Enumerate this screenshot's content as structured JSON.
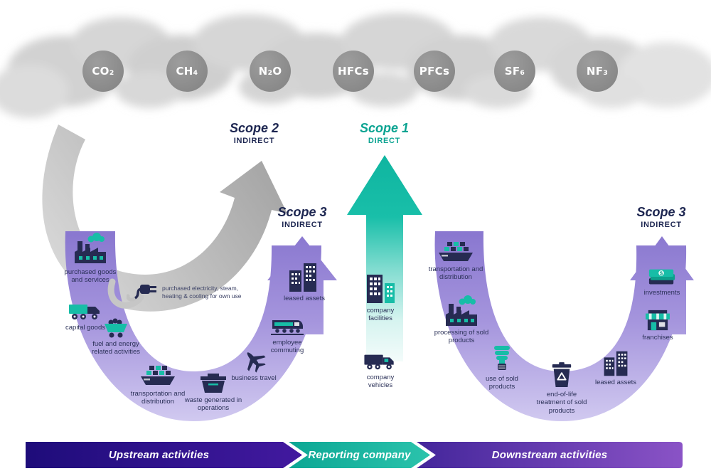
{
  "gases": [
    "CO₂",
    "CH₄",
    "N₂O",
    "HFCs",
    "PFCs",
    "SF₆",
    "NF₃"
  ],
  "scopes": {
    "scope2": {
      "title": "Scope 2",
      "type": "INDIRECT"
    },
    "scope1": {
      "title": "Scope 1",
      "type": "DIRECT"
    },
    "scope3_upstream": {
      "title": "Scope 3",
      "type": "INDIRECT"
    },
    "scope3_downstream": {
      "title": "Scope 3",
      "type": "INDIRECT"
    }
  },
  "upstream": {
    "banner": "Upstream activities",
    "items": [
      {
        "label": "purchased goods and services",
        "icon": "factory-icon"
      },
      {
        "label": "purchased electricity, steam, heating & cooling for own use",
        "icon": "plug-icon"
      },
      {
        "label": "capital goods",
        "icon": "truck-icon"
      },
      {
        "label": "fuel and energy related activities",
        "icon": "minecart-icon"
      },
      {
        "label": "transportation and distribution",
        "icon": "ship-icon"
      },
      {
        "label": "waste generated in operations",
        "icon": "dumpster-icon"
      },
      {
        "label": "business travel",
        "icon": "plane-icon"
      },
      {
        "label": "employee commuting",
        "icon": "train-icon"
      },
      {
        "label": "leased assets",
        "icon": "buildings-icon"
      }
    ]
  },
  "reporting": {
    "banner": "Reporting company",
    "items": [
      {
        "label": "company facilities",
        "icon": "company-building-icon"
      },
      {
        "label": "company vehicles",
        "icon": "delivery-truck-icon"
      }
    ]
  },
  "downstream": {
    "banner": "Downstream activities",
    "items": [
      {
        "label": "transportation and distribution",
        "icon": "ship-icon"
      },
      {
        "label": "processing of sold products",
        "icon": "factory-icon"
      },
      {
        "label": "use of sold products",
        "icon": "cfl-bulb-icon"
      },
      {
        "label": "end-of-life treatment of sold products",
        "icon": "recycle-bin-icon"
      },
      {
        "label": "leased assets",
        "icon": "buildings-icon"
      },
      {
        "label": "franchises",
        "icon": "storefront-icon"
      },
      {
        "label": "investments",
        "icon": "money-icon"
      }
    ]
  },
  "colors": {
    "teal": "#17bda7",
    "purple": "#8a78d0",
    "indigo": "#1e0c7a",
    "navy": "#262b52",
    "gray_arrow": "#b9b9b9"
  }
}
